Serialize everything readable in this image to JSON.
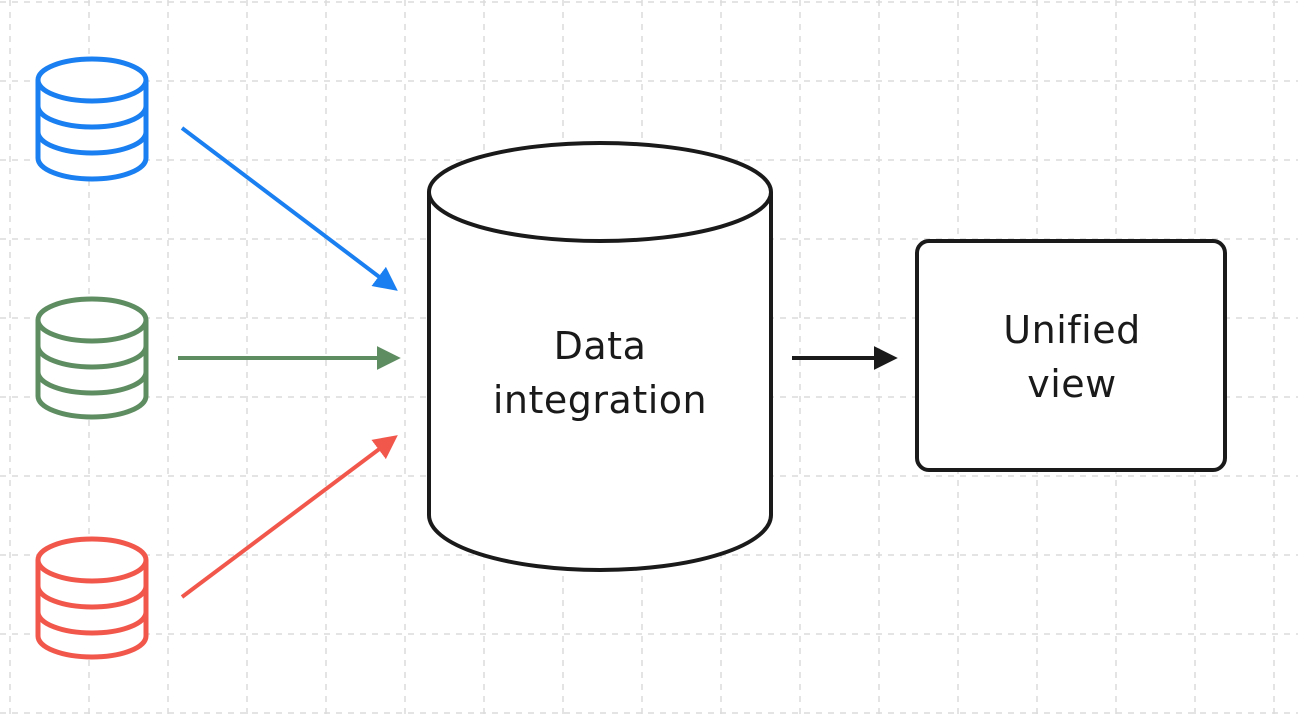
{
  "colors": {
    "background": "#ffffff",
    "grid": "#dcdcdc",
    "ink": "#1a1a1a",
    "source_1": "#1a7ff0",
    "source_2": "#5f8d62",
    "source_3": "#f2574c"
  },
  "sources": [
    {
      "icon": "database-icon",
      "color": "#1a7ff0"
    },
    {
      "icon": "database-icon",
      "color": "#5f8d62"
    },
    {
      "icon": "database-icon",
      "color": "#f2574c"
    }
  ],
  "hub": {
    "icon": "cylinder-icon",
    "line1": "Data",
    "line2": "integration"
  },
  "output": {
    "line1": "Unified",
    "line2": "view"
  }
}
